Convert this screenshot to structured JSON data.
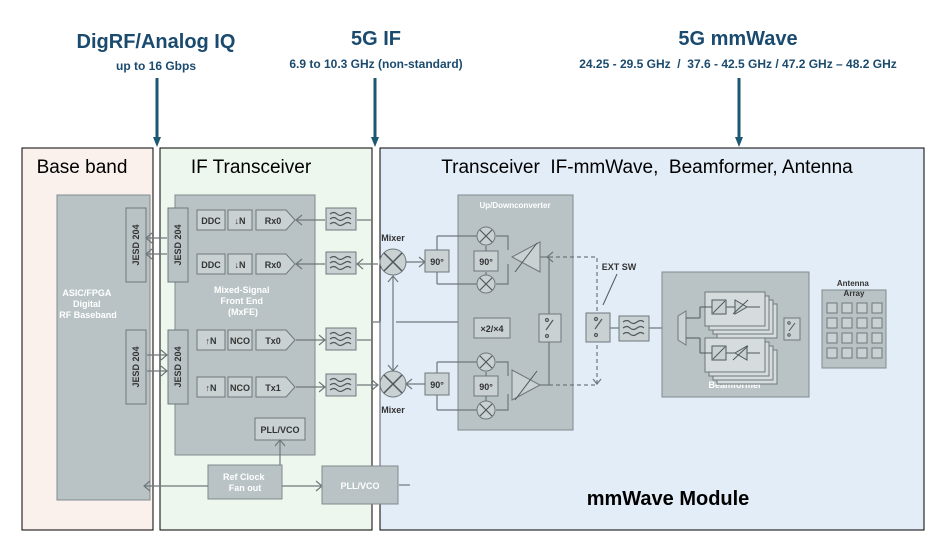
{
  "headers": {
    "digrf": {
      "title": "DigRF/Analog IQ",
      "sub": "up to 16 Gbps"
    },
    "if5g": {
      "title": "5G IF",
      "sub": "6.9 to 10.3 GHz (non-standard)"
    },
    "mmwave": {
      "title": "5G mmWave",
      "sub": "24.25 - 29.5 GHz  /  37.6 - 42.5 GHz / 47.2 GHz – 48.2 GHz"
    }
  },
  "sections": {
    "baseband": "Base band",
    "if_transceiver": "IF Transceiver",
    "mmwave_section": "Transceiver  IF-mmWave,  Beamformer, Antenna",
    "mmwave_module": "mmWave Module"
  },
  "blocks": {
    "asic_lines": [
      "ASIC/FPGA",
      "Digital",
      "RF Baseband"
    ],
    "jesd": "JESD 204",
    "mxfe_lines": [
      "Mixed-Signal",
      "Front End",
      "(MxFE)"
    ],
    "ddc": "DDC",
    "down_n": "↓N",
    "up_n": "↑N",
    "nco": "NCO",
    "rx0": "Rx0",
    "tx0": "Tx0",
    "tx1": "Tx1",
    "pll_vco": "PLL/VCO",
    "ref_clock_lines": [
      "Ref Clock",
      "Fan out"
    ],
    "mixer": "Mixer",
    "phase90": "90°",
    "updown": "Up/Downconverter",
    "mult": "×2/×4",
    "ext_sw": "EXT SW",
    "beamformer": "Beamformer",
    "antenna_lines": [
      "Antenna",
      "Array"
    ]
  },
  "colors": {
    "header_text": "#1a4a6e",
    "arrow": "#1d5872",
    "block_fill": "#b9c3c6",
    "block_stroke": "#7f8b8e",
    "baseband_bg": "#fbf1ec",
    "if_bg": "#eef7ee",
    "mmwave_bg": "#e3edf7"
  }
}
